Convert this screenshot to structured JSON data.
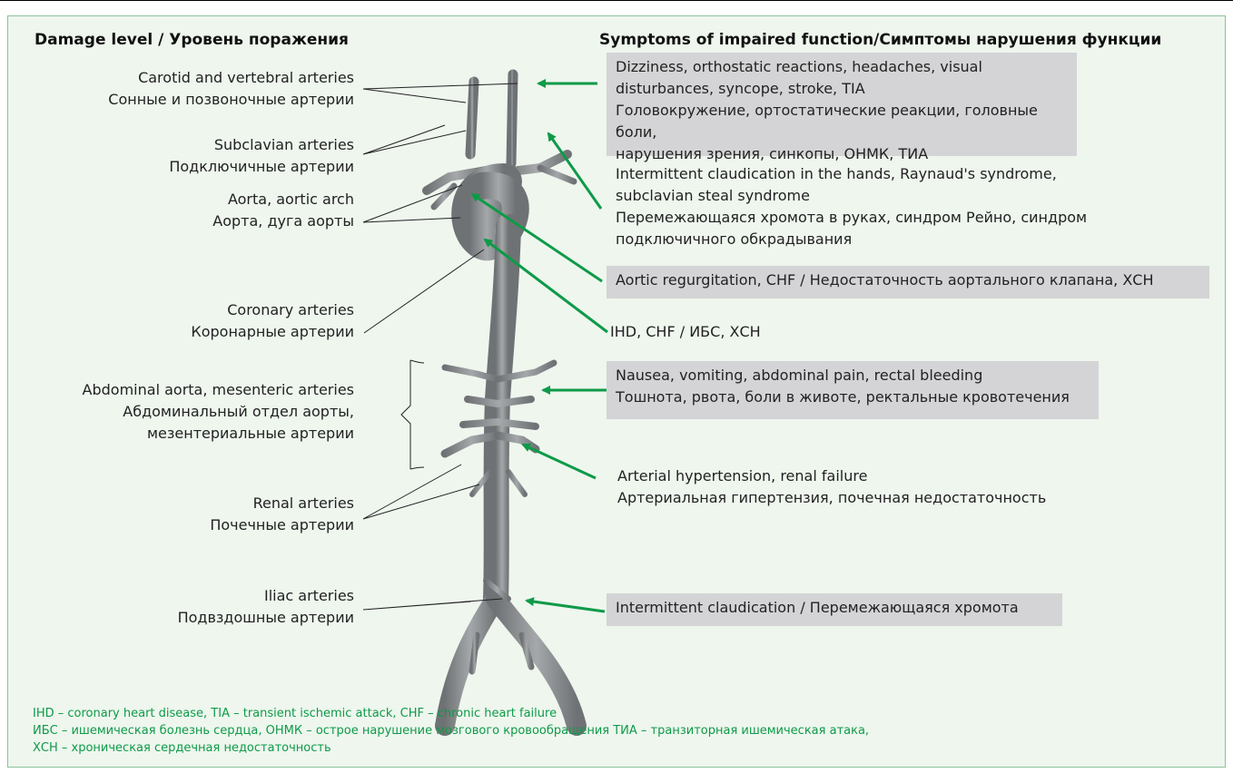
{
  "headers": {
    "left": "Damage level / Уровень поражения",
    "right": "Symptoms of impaired function/Симптомы нарушения функции"
  },
  "levels": [
    {
      "en": "Carotid and vertebral arteries",
      "ru": "Сонные и позвоночные артерии"
    },
    {
      "en": "Subclavian arteries",
      "ru": "Подключичные артерии"
    },
    {
      "en": "Aorta, aortic arch",
      "ru": "Аорта, дуга аорты"
    },
    {
      "en": "Coronary arteries",
      "ru": "Коронарные артерии"
    },
    {
      "en": "Abdominal aorta, mesenteric arteries",
      "ru1": "Абдоминальный отдел аорты,",
      "ru2": "мезентериальные артерии"
    },
    {
      "en": "Renal arteries",
      "ru": "Почечные артерии"
    },
    {
      "en": "Iliac arteries",
      "ru": "Подвздошные артерии"
    }
  ],
  "symptoms": [
    {
      "lines": [
        "Dizziness, orthostatic reactions, headaches, visual",
        "disturbances, syncope, stroke, TIA",
        "Головокружение, ортостатические реакции, головные боли,",
        "нарушения зрения, синкопы, ОНМК, ТИА"
      ]
    },
    {
      "lines": [
        "Intermittent claudication in the hands, Raynaud's syndrome,",
        "subclavian steal syndrome",
        "Перемежающаяся хромота в руках, синдром Рейно, синдром",
        "подключичного обкрадывания"
      ]
    },
    {
      "lines": [
        "Aortic regurgitation, CHF / Недостаточность аортального клапана, ХСН"
      ]
    },
    {
      "lines": [
        "IHD, CHF / ИБС, ХСН"
      ]
    },
    {
      "lines": [
        "Nausea, vomiting, abdominal pain, rectal bleeding",
        "Тошнота, рвота, боли в животе, ректальные кровотечения"
      ]
    },
    {
      "lines": [
        "Arterial hypertension, renal failure",
        "Артериальная гипертензия, почечная недостаточность"
      ]
    },
    {
      "lines": [
        "Intermittent claudication / Перемежающаяся хромота"
      ]
    }
  ],
  "footnotes": [
    "IHD – coronary heart disease, TIA – transient ischemic attack, CHF – chronic heart failure",
    "ИБС – ишемическая болезнь сердца, ОНМК – острое нарушение мозгового кровообращения ТИА – транзиторная ишемическая атака,",
    "ХСН – хроническая сердечная недостаточность"
  ],
  "colors": {
    "panel": "#eef6ee",
    "box": "#d4d4d6",
    "arrow": "#0e9a48",
    "artery": "#8a8d8f"
  }
}
